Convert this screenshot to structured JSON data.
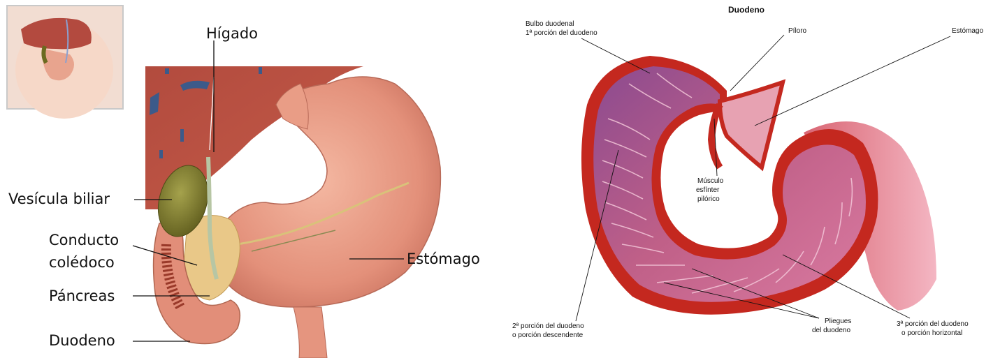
{
  "left_panel": {
    "labels": {
      "higado": "Hígado",
      "vesicula": "Vesícula biliar",
      "conducto_line1": "Conducto",
      "conducto_line2": "colédoco",
      "pancreas": "Páncreas",
      "duodeno": "Duodeno",
      "estomago": "Estómago"
    }
  },
  "right_panel": {
    "title": "Duodeno",
    "labels": {
      "bulbo_line1": "Bulbo duodenal",
      "bulbo_line2": "1ª porción del duodeno",
      "piloro": "Píloro",
      "estomago": "Estómago",
      "musculo_line1": "Músculo",
      "musculo_line2": "esfínter",
      "musculo_line3": "pilórico",
      "segunda_line1": "2ª porción del duodeno",
      "segunda_line2": "o porción descendente",
      "pliegues_line1": "Pliegues",
      "pliegues_line2": "del duodeno",
      "tercera_line1": "3ª porción del duodeno",
      "tercera_line2": "o porción horizontal"
    }
  },
  "colors": {
    "liver": "#b8493d",
    "stomach": "#e6927c",
    "gallbladder": "#7d7a2e",
    "pancreas": "#e8c27c",
    "duodenum_wall": "#c0281e",
    "duodenum_inner": "#a8456e"
  }
}
